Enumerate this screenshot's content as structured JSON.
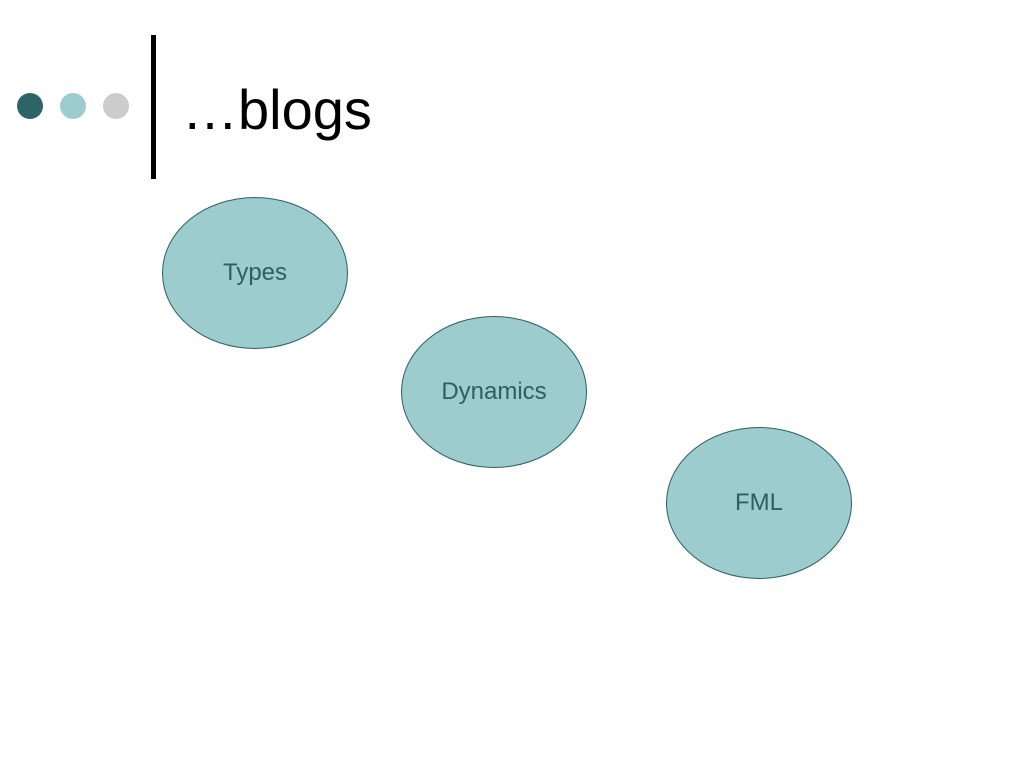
{
  "title": "…blogs",
  "colors": {
    "dot_dark": "#2f6466",
    "dot_light": "#9ccccd",
    "dot_grey": "#cccccc",
    "ellipse_fill": "#9ccccd",
    "ellipse_text": "#2f5f5f"
  },
  "nodes": [
    {
      "label": "Types"
    },
    {
      "label": "Dynamics"
    },
    {
      "label": "FML"
    }
  ]
}
